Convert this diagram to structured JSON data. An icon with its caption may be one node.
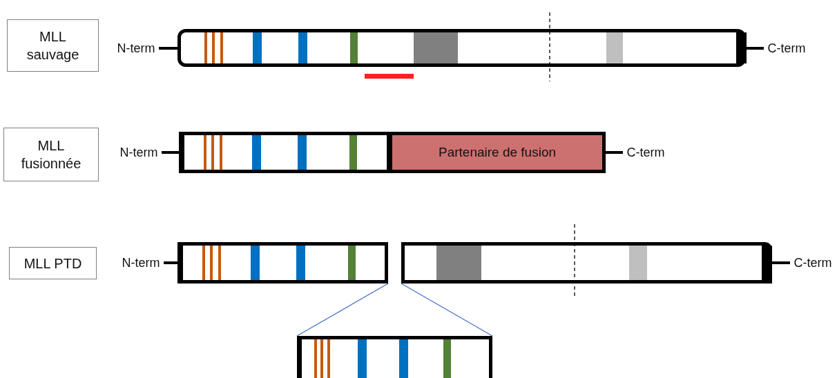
{
  "diagram": {
    "nodes": [
      {
        "text": [
          "MLL sauvage"
        ]
      },
      {
        "text": [
          "N-term"
        ]
      },
      {
        "text": [],
        "shape": "bar"
      },
      {
        "text": [
          "C-term"
        ]
      },
      {
        "text": [
          "MLL fusionnée"
        ]
      },
      {
        "text": [
          "N-term"
        ]
      },
      {
        "text": [],
        "shape": "bar"
      },
      {
        "text": [
          "Partenaire de fusion"
        ]
      },
      {
        "text": [
          "C-term"
        ]
      },
      {
        "text": [
          "MLL PTD"
        ]
      },
      {
        "text": [
          "N-term"
        ]
      },
      {
        "text": [],
        "shape": "bar"
      },
      {
        "text": [],
        "shape": "bar"
      },
      {
        "text": [
          "C-term"
        ]
      },
      {
        "text": [],
        "shape": "bar"
      }
    ],
    "edges": [
      {
        "from": 1,
        "to": 2,
        "arrow": "none"
      },
      {
        "from": 2,
        "to": 3,
        "arrow": "none"
      },
      {
        "from": 5,
        "to": 6,
        "arrow": "none"
      },
      {
        "from": 7,
        "to": 8,
        "arrow": "none"
      },
      {
        "from": 10,
        "to": 11,
        "arrow": "none"
      },
      {
        "from": 12,
        "to": 13,
        "arrow": "none"
      },
      {
        "from": 11,
        "to": 14,
        "arrow": "none",
        "color": "#4472c4"
      },
      {
        "from": 12,
        "to": 14,
        "arrow": "none",
        "color": "#4472c4"
      }
    ]
  }
}
